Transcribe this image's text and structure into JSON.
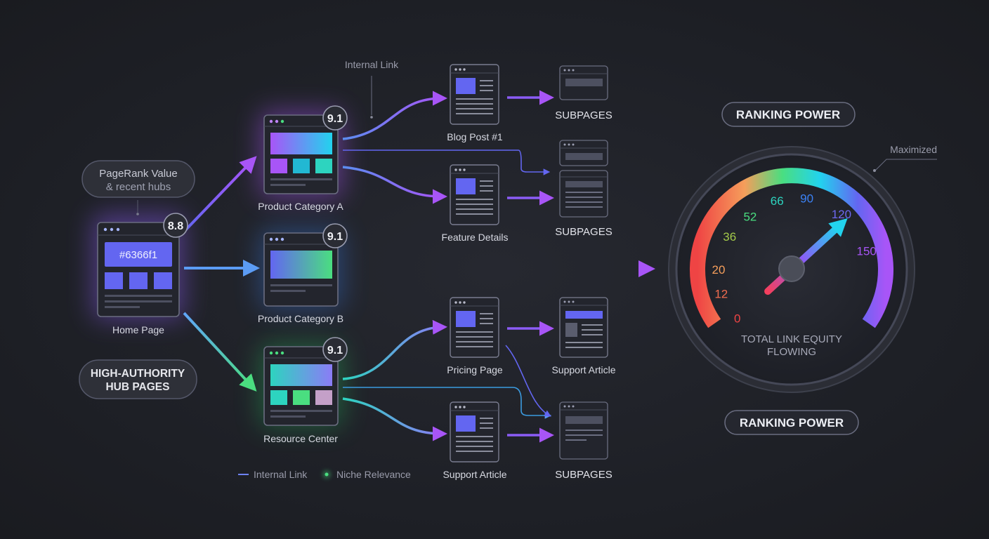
{
  "pill_pagerank": {
    "line1": "PageRank Value",
    "line2": "& recent hubs"
  },
  "pill_hub": {
    "line1": "HIGH-AUTHORITY",
    "line2": "HUB PAGES"
  },
  "home": {
    "label": "Home Page",
    "score": "8.8",
    "banner": "#6366f1"
  },
  "categories": [
    {
      "label": "Product Category A",
      "score": "9.1"
    },
    {
      "label": "Product Category B",
      "score": "9.1"
    },
    {
      "label": "Resource Center",
      "score": "9.1"
    }
  ],
  "annotation_internal_link": "Internal Link",
  "posts": [
    {
      "label": "Blog Post #1"
    },
    {
      "label": "Feature Details"
    },
    {
      "label": "Pricing Page"
    },
    {
      "label": "Support Article"
    }
  ],
  "subpage_labels": [
    "SUBPAGES",
    "SUBPAGES",
    "Support Article",
    "SUBPAGES"
  ],
  "legend": {
    "internal_link": "Internal Link",
    "niche_relevance": "Niche Relevance"
  },
  "gauge": {
    "title_top": "RANKING POWER",
    "title_bottom": "RANKING POWER",
    "maximized": "Maximized",
    "caption_line1": "TOTAL LINK EQUITY",
    "caption_line2": "FLOWING",
    "ticks": [
      "0",
      "12",
      "20",
      "36",
      "52",
      "66",
      "90",
      "120",
      "150"
    ],
    "tick_colors": [
      "#ef4444",
      "#f26d4f",
      "#f59e5b",
      "#a3c94a",
      "#4ade80",
      "#2dd4bf",
      "#3b82f6",
      "#6d68f0",
      "#a855f7"
    ],
    "needle_fraction": 0.69
  },
  "colors": {
    "purple": "#a855f7",
    "indigo": "#6366f1",
    "blue": "#60a5fa",
    "green": "#4ade80",
    "teal": "#2dd4bf",
    "red": "#ef4444"
  }
}
